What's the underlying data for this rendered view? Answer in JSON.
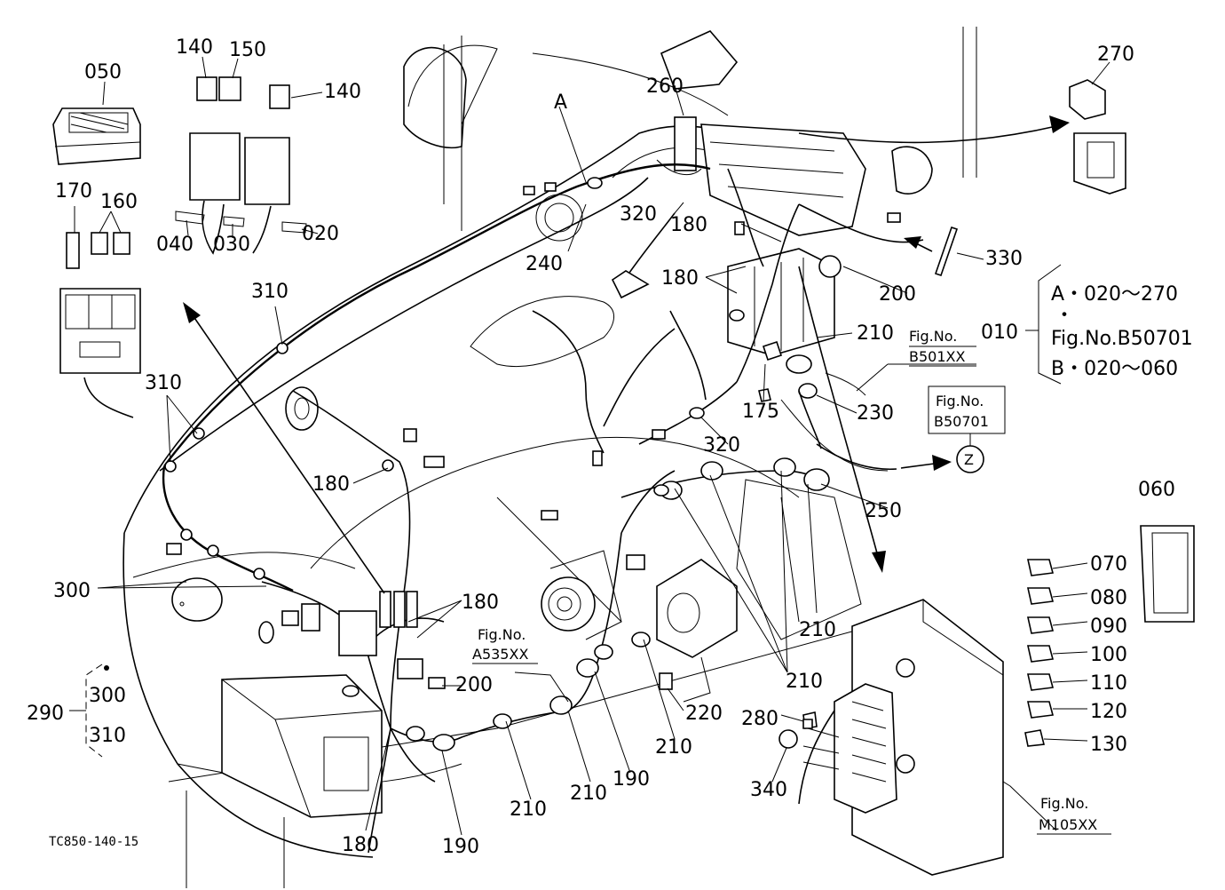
{
  "parts": {
    "p050": "050",
    "p140a": "140",
    "p150": "150",
    "p140b": "140",
    "p170": "170",
    "p160": "160",
    "p040": "040",
    "p030": "030",
    "p020": "020",
    "p240": "240",
    "pA": "A",
    "p260": "260",
    "p320a": "320",
    "p270": "270",
    "p180a": "180",
    "p180b": "180",
    "p200a": "200",
    "p330": "330",
    "p310a": "310",
    "p310b": "310",
    "p210a": "210",
    "p175": "175",
    "p230": "230",
    "p320b": "320",
    "p180c": "180",
    "p250": "250",
    "p060": "060",
    "p300a": "300",
    "p180d": "180",
    "p210b": "210",
    "p210c": "210",
    "p070": "070",
    "p080": "080",
    "p090": "090",
    "p100": "100",
    "p110": "110",
    "p120": "120",
    "p130": "130",
    "p200b": "200",
    "p220": "220",
    "p280": "280",
    "p210d": "210",
    "p290": "290",
    "p300b": "300",
    "p310c": "310",
    "p210e": "210",
    "p210f": "210",
    "p190a": "190",
    "p340": "340",
    "p180e": "180",
    "p190b": "190"
  },
  "group010": {
    "label": "010",
    "lineA": "A・020～270",
    "dot": "・",
    "lineFig": "Fig.No.B50701",
    "lineB": "B・020～060"
  },
  "refs": {
    "figLabel": "Fig.No.",
    "b501": "B501XX",
    "b50701": "B50701",
    "a535": "A535XX",
    "m105": "M105XX",
    "zMarker": "Z"
  },
  "drawing_code": "TC850-140-15"
}
